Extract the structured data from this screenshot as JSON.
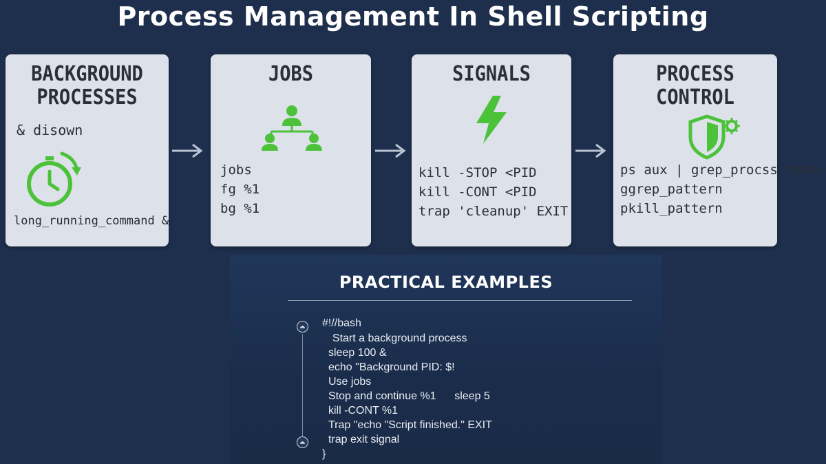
{
  "title": "Process Management In Shell Scripting",
  "cards": [
    {
      "title_lines": [
        "BACKGROUND",
        "PROCESSES"
      ],
      "text_lines": [
        "& disown",
        "long_running_command &"
      ],
      "icon": "clock-icon"
    },
    {
      "title_lines": [
        "JOBS"
      ],
      "text_lines": [
        "jobs",
        "fg %1",
        "bg %1"
      ],
      "icon": "hierarchy-users-icon"
    },
    {
      "title_lines": [
        "SIGNALS"
      ],
      "text_lines": [
        "kill -STOP <PID",
        "kill -CONT <PID",
        "trap 'cleanup' EXIT"
      ],
      "icon": "lightning-icon"
    },
    {
      "title_lines": [
        "PROCESS",
        "CONTROL"
      ],
      "text_lines": [
        "ps aux | grep_procss_name>",
        "ggrep_pattern",
        "pkill_pattern"
      ],
      "icon": "shield-gear-icon"
    }
  ],
  "examples": {
    "title": "PRACTICAL EXAMPLES",
    "lines": [
      "#!//bash",
      "  Start a background process",
      "sleep 100 &",
      "echo \"Background PID: $!",
      "Use jobs",
      "Stop and continue %1      sleep 5",
      "kill -CONT %1",
      "Trap \"echo \"Script finished.\" EXIT",
      "trap exit signal",
      "}"
    ]
  },
  "colors": {
    "background": "#1e2f4d",
    "card": "#dde2ea",
    "accent_green": "#4cc23a"
  }
}
